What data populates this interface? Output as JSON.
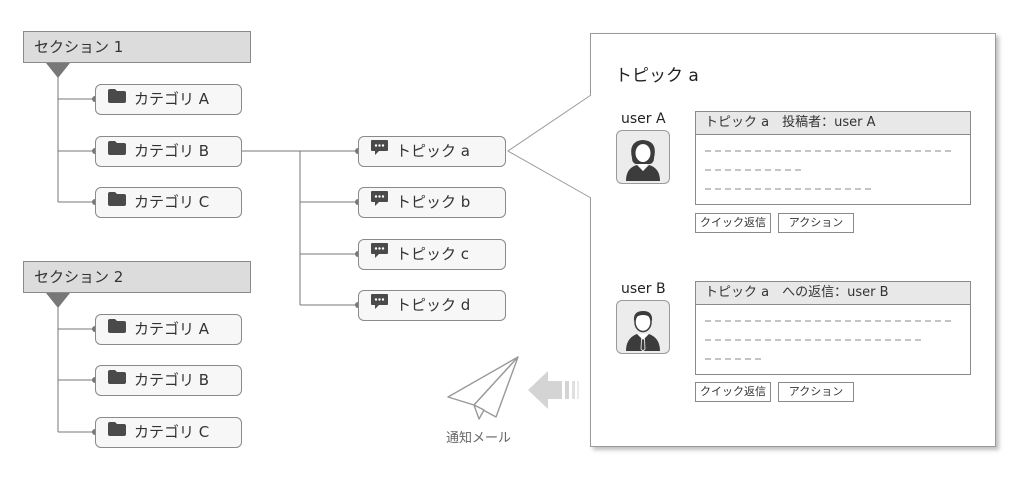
{
  "sections": [
    {
      "title": "セクション 1",
      "categories": [
        "カテゴリ A",
        "カテゴリ B",
        "カテゴリ C"
      ]
    },
    {
      "title": "セクション 2",
      "categories": [
        "カテゴリ A",
        "カテゴリ B",
        "カテゴリ C"
      ]
    }
  ],
  "topics": [
    "トピック a",
    "トピック b",
    "トピック c",
    "トピック d"
  ],
  "panel": {
    "title": "トピック a",
    "posts": [
      {
        "user": "user A",
        "header": "トピック a　投稿者：user A",
        "quick_reply": "クイック返信",
        "action": "アクション"
      },
      {
        "user": "user B",
        "header": "トピック a　への返信：user B",
        "quick_reply": "クイック返信",
        "action": "アクション"
      }
    ]
  },
  "notification": {
    "label": "通知メール"
  },
  "icons": {
    "category": "folder-icon",
    "topic": "chat-bubble-icon",
    "user_a": "female-user-icon",
    "user_b": "male-user-icon",
    "mail": "paper-plane-icon",
    "arrow": "left-arrow-icon"
  }
}
